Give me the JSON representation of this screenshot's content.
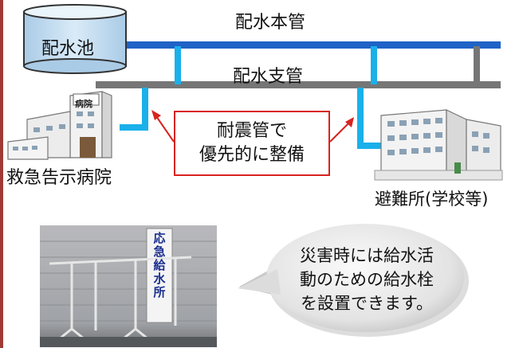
{
  "labels": {
    "main_pipe": "配水本管",
    "branch_pipe": "配水支管",
    "reservoir": "配水池",
    "hospital": "救急告示病院",
    "hospital_sign": "病院",
    "shelter": "避難所(学校等)"
  },
  "callout": {
    "line1": "耐震管で",
    "line2": "優先的に整備"
  },
  "bubble": {
    "line1": "災害時には給水活",
    "line2": "動のための給水栓",
    "line3": "を設置できます。"
  },
  "photo": {
    "sign_text": "応急給水所"
  },
  "colors": {
    "main_pipe": "#1f63c6",
    "branch_pipe": "#767676",
    "service_pipe": "#1ab0ea",
    "reservoir_fill": "#c4ddf0",
    "callout_border": "#d8231f",
    "frame": "#9e3b34"
  }
}
